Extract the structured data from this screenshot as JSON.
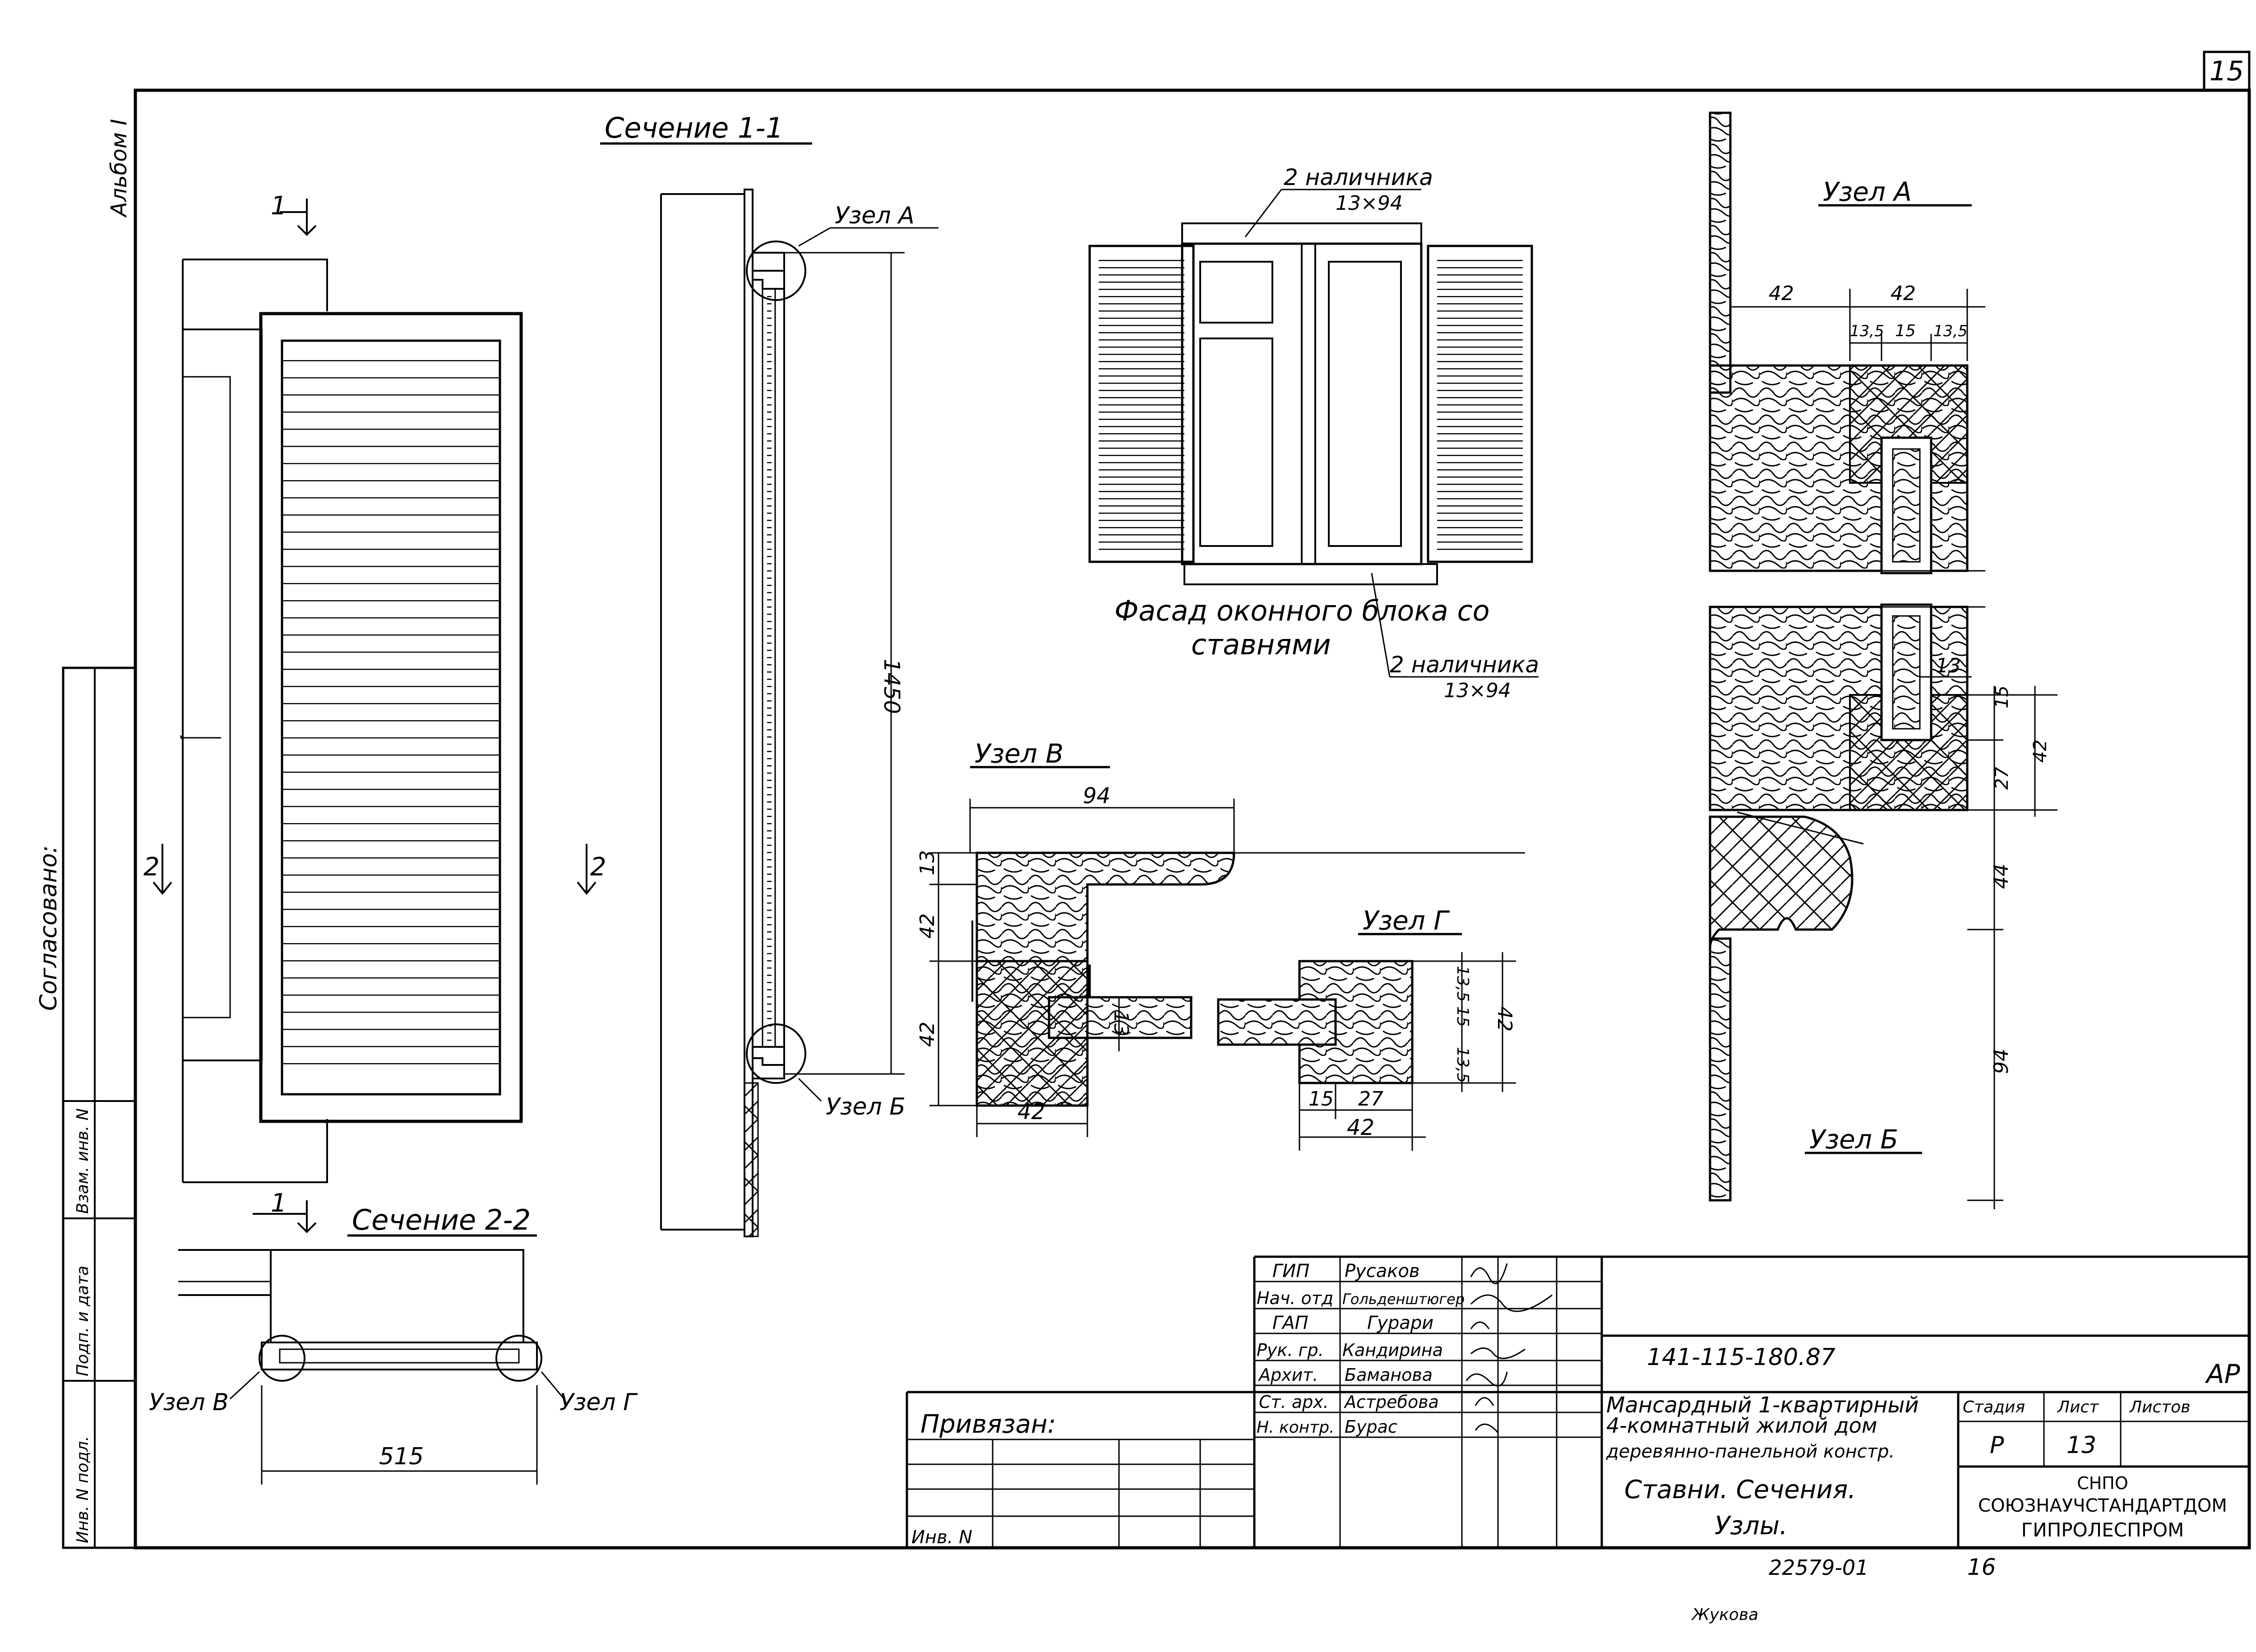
{
  "sheet": {
    "number": "15",
    "album": "Альбом I",
    "agreed": "Согласовано:",
    "left_stamp": [
      "Инв. N подл.",
      "Подп. и дата",
      "Взам. инв. N"
    ]
  },
  "views": {
    "section_1_1": "Сечение 1-1",
    "section_2_2": "Сечение 2-2",
    "facade_line1": "Фасад оконного блока со",
    "facade_line2": "ставнями",
    "node_a": "Узел А",
    "node_b": "Узел Б",
    "node_v": "Узел В",
    "node_g": "Узел Г"
  },
  "cut_marks": {
    "one": "1",
    "two": "2"
  },
  "callouts": {
    "trim_top": "2 наличника",
    "trim_top_size": "13×94",
    "trim_bottom": "2 наличника",
    "trim_bottom_size": "13×94"
  },
  "dims": {
    "height_1450": "1450",
    "width_515": "515",
    "v_94": "94",
    "v_13": "13",
    "v_42a": "42",
    "v_42b": "42",
    "v_42c": "42",
    "v_13b": "13",
    "g_13_5a": "13,5",
    "g_15": "15",
    "g_13_5b": "13,5",
    "g_42": "42",
    "g_15b": "15",
    "g_27": "27",
    "g_42b": "42",
    "a_42a": "42",
    "a_42b": "42",
    "a_13_5a": "13,5",
    "a_15": "15",
    "a_13_5b": "13,5",
    "a_13": "13",
    "a_15v": "15",
    "a_42v": "42",
    "a_27v": "27",
    "a_44": "44",
    "a_94": "94"
  },
  "title_block": {
    "roles": [
      "ГИП",
      "Нач. отд",
      "ГАП",
      "Рук. гр.",
      "Архит.",
      "Ст. арх.",
      "Н. контр."
    ],
    "names": [
      "Русаков",
      "Гольденштюгер",
      "Гурари",
      "Кандирина",
      "Баманова",
      "Астребова",
      "Бурас"
    ],
    "code": "141-115-180.87",
    "mark": "АР",
    "project": [
      "Мансардный 1-квартирный",
      "4-комнатный жилой дом",
      "деревянно-панельной констр."
    ],
    "sheet_title": [
      "Ставни. Сечения.",
      "Узлы."
    ],
    "stage_label": "Стадия",
    "sheet_label": "Лист",
    "sheets_label": "Листов",
    "stage": "Р",
    "sheet": "13",
    "org": [
      "СНПО",
      "СОЮЗНАУЧСТАНДАРТДОМ",
      "ГИПРОЛЕСПРОМ"
    ],
    "bound": "Привязан:",
    "inv": "Инв. N"
  },
  "footer": {
    "archive_no": "22579-01",
    "page_no": "16",
    "copied_by": "Жукова"
  }
}
